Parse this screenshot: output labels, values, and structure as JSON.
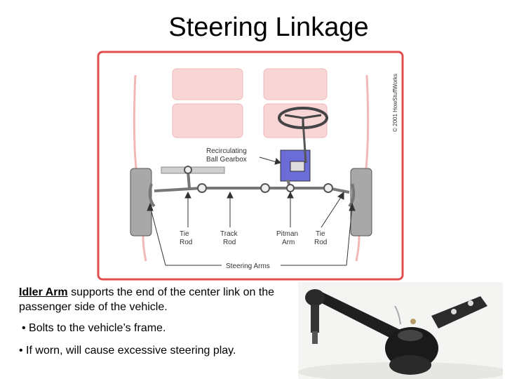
{
  "slide": {
    "title": "Steering Linkage",
    "description": {
      "term": "Idler Arm",
      "rest": " supports the end of the center link on the passenger side of the vehicle."
    },
    "bullets": [
      "• Bolts to the vehicle’s frame.",
      "• If worn, will cause excessive steering play."
    ]
  },
  "diagram": {
    "credit": "© 2001 HowStuffWorks",
    "labels": {
      "gearbox_line1": "Recirculating",
      "gearbox_line2": "Ball Gearbox",
      "tie_rod_left_1": "Tie",
      "tie_rod_left_2": "Rod",
      "track_rod_1": "Track",
      "track_rod_2": "Rod",
      "pitman_1": "Pitman",
      "pitman_2": "Arm",
      "tie_rod_right_1": "Tie",
      "tie_rod_right_2": "Rod",
      "steering_arms": "Steering Arms"
    }
  }
}
